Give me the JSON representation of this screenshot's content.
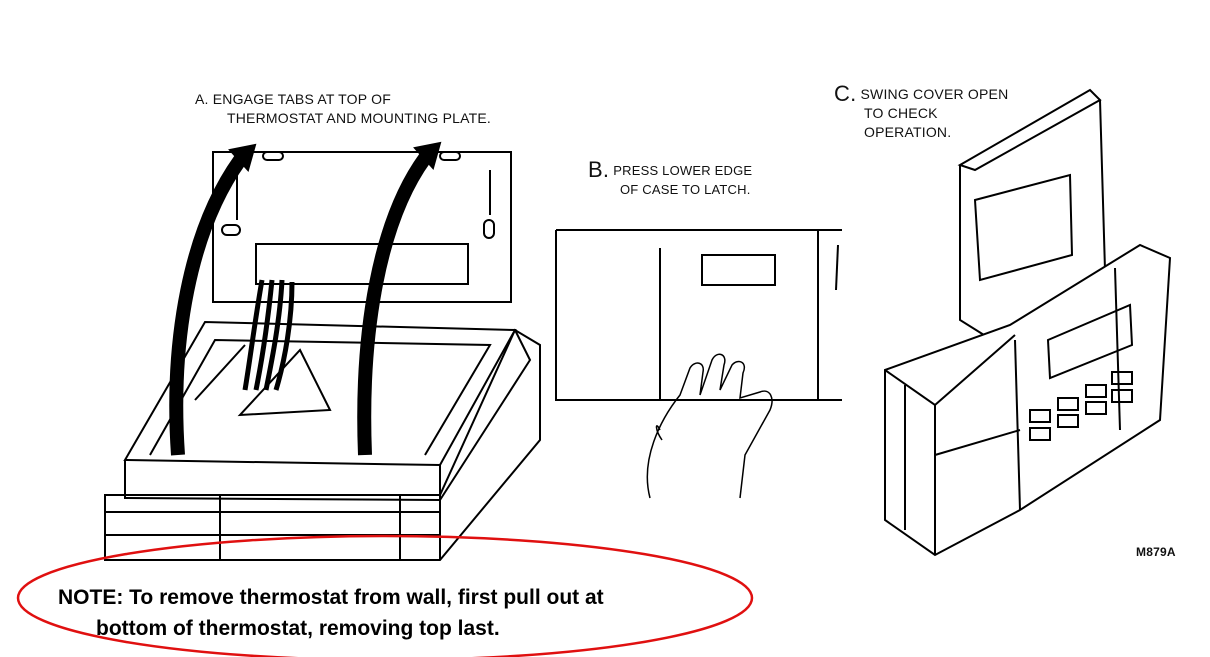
{
  "step_a": {
    "letter": "A.",
    "line1": "ENGAGE TABS AT TOP OF",
    "line2": "THERMOSTAT AND MOUNTING PLATE."
  },
  "step_b": {
    "letter": "B.",
    "line1": "PRESS LOWER EDGE",
    "line2": "OF CASE TO LATCH."
  },
  "step_c": {
    "letter": "C.",
    "line1": "SWING COVER OPEN",
    "line2": "TO CHECK",
    "line3": "OPERATION."
  },
  "figure_code": "M879A",
  "note": {
    "line1": "NOTE: To remove thermostat from wall, first pull out at",
    "line2": "bottom of thermostat, removing top last."
  },
  "colors": {
    "note_ellipse": "#e01010",
    "line": "#000000"
  }
}
